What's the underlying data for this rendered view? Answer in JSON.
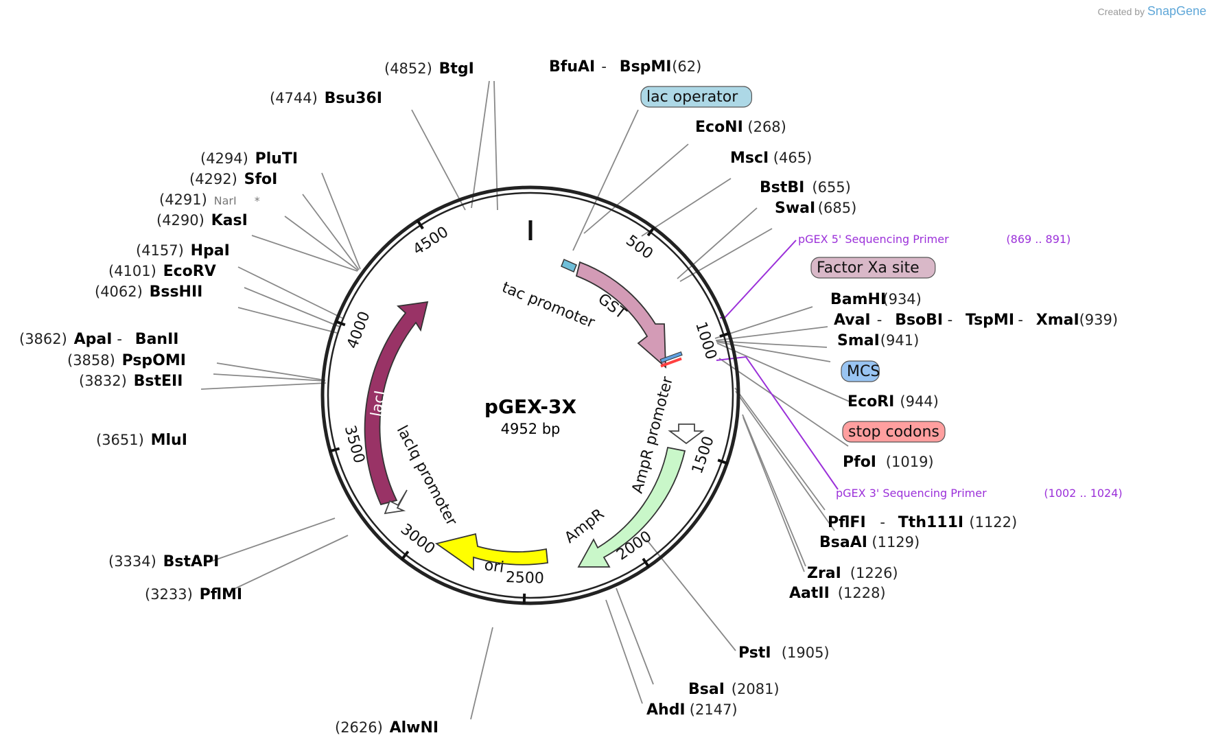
{
  "credit": {
    "prefix": "Created by",
    "brand": "SnapGene"
  },
  "plasmid": {
    "name": "pGEX-3X",
    "size": "4952 bp",
    "length": 4952
  },
  "ticks": [
    {
      "pos": 500,
      "label": "500"
    },
    {
      "pos": 1000,
      "label": "1000"
    },
    {
      "pos": 1500,
      "label": "1500"
    },
    {
      "pos": 2000,
      "label": "2000"
    },
    {
      "pos": 2500,
      "label": "2500"
    },
    {
      "pos": 3000,
      "label": "3000"
    },
    {
      "pos": 3500,
      "label": "3500"
    },
    {
      "pos": 4000,
      "label": "4000"
    },
    {
      "pos": 4500,
      "label": "4500"
    }
  ],
  "features": [
    {
      "name": "GST",
      "color": "#d39bb6"
    },
    {
      "name": "AmpR",
      "color": "#c9f7c9"
    },
    {
      "name": "ori",
      "color": "#ffff00"
    },
    {
      "name": "lacI",
      "color": "#993366"
    },
    {
      "name": "tac promoter"
    },
    {
      "name": "AmpR promoter"
    },
    {
      "name": "lacIq promoter"
    }
  ],
  "labels": [
    {
      "id": "btgi",
      "parts": [
        {
          "t": "(4852)",
          "k": "num"
        },
        {
          "t": "BtgI",
          "k": "enz"
        }
      ]
    },
    {
      "id": "bfuai",
      "parts": [
        {
          "t": "BfuAI",
          "k": "enz"
        },
        {
          "t": "-",
          "k": "num"
        },
        {
          "t": "BspMI",
          "k": "enz"
        },
        {
          "t": "(62)",
          "k": "num"
        }
      ]
    },
    {
      "id": "lacop",
      "parts": [
        {
          "t": "lac operator",
          "k": "pill",
          "color": "#add8e6"
        }
      ]
    },
    {
      "id": "econi",
      "parts": [
        {
          "t": "EcoNI",
          "k": "enz"
        },
        {
          "t": "(268)",
          "k": "num"
        }
      ]
    },
    {
      "id": "bsu36i",
      "parts": [
        {
          "t": "(4744)",
          "k": "num"
        },
        {
          "t": "Bsu36I",
          "k": "enz"
        }
      ]
    },
    {
      "id": "msci",
      "parts": [
        {
          "t": "MscI",
          "k": "enz"
        },
        {
          "t": "(465)",
          "k": "num"
        }
      ]
    },
    {
      "id": "plutI",
      "parts": [
        {
          "t": "(4294)",
          "k": "num"
        },
        {
          "t": "PluTI",
          "k": "enz"
        }
      ]
    },
    {
      "id": "sfoi",
      "parts": [
        {
          "t": "(4292)",
          "k": "num"
        },
        {
          "t": "SfoI",
          "k": "enz"
        }
      ]
    },
    {
      "id": "bstbi",
      "parts": [
        {
          "t": "BstBI",
          "k": "enz"
        },
        {
          "t": "(655)",
          "k": "num"
        }
      ]
    },
    {
      "id": "nari",
      "parts": [
        {
          "t": "(4291)",
          "k": "num"
        },
        {
          "t": "NarI",
          "k": "grey"
        },
        {
          "t": "*",
          "k": "grey"
        }
      ]
    },
    {
      "id": "swai",
      "parts": [
        {
          "t": "SwaI",
          "k": "enz"
        },
        {
          "t": "(685)",
          "k": "num"
        }
      ]
    },
    {
      "id": "kasi",
      "parts": [
        {
          "t": "(4290)",
          "k": "num"
        },
        {
          "t": "KasI",
          "k": "enz"
        }
      ]
    },
    {
      "id": "p5",
      "parts": [
        {
          "t": "pGEX 5' Sequencing Primer",
          "k": "purple"
        },
        {
          "t": "(869 .. 891)",
          "k": "purple"
        }
      ]
    },
    {
      "id": "hpai",
      "parts": [
        {
          "t": "(4157)",
          "k": "num"
        },
        {
          "t": "HpaI",
          "k": "enz"
        }
      ]
    },
    {
      "id": "xa",
      "parts": [
        {
          "t": "Factor Xa site",
          "k": "pill",
          "color": "#d9b8c8"
        }
      ]
    },
    {
      "id": "ecorv",
      "parts": [
        {
          "t": "(4101)",
          "k": "num"
        },
        {
          "t": "EcoRV",
          "k": "enz"
        }
      ]
    },
    {
      "id": "bsshii",
      "parts": [
        {
          "t": "(4062)",
          "k": "num"
        },
        {
          "t": "BssHII",
          "k": "enz"
        }
      ]
    },
    {
      "id": "bamhi",
      "parts": [
        {
          "t": "BamHI",
          "k": "enz"
        },
        {
          "t": "(934)",
          "k": "num"
        }
      ]
    },
    {
      "id": "avai",
      "parts": [
        {
          "t": "AvaI",
          "k": "enz"
        },
        {
          "t": "-",
          "k": "num"
        },
        {
          "t": "BsoBI",
          "k": "enz"
        },
        {
          "t": "-",
          "k": "num"
        },
        {
          "t": "TspMI",
          "k": "enz"
        },
        {
          "t": "-",
          "k": "num"
        },
        {
          "t": "XmaI",
          "k": "enz"
        },
        {
          "t": "(939)",
          "k": "num"
        }
      ]
    },
    {
      "id": "apai",
      "parts": [
        {
          "t": "(3862)",
          "k": "num"
        },
        {
          "t": "ApaI",
          "k": "enz"
        },
        {
          "t": "-",
          "k": "num"
        },
        {
          "t": "BanII",
          "k": "enz"
        }
      ]
    },
    {
      "id": "smai",
      "parts": [
        {
          "t": "SmaI",
          "k": "enz"
        },
        {
          "t": "(941)",
          "k": "num"
        }
      ]
    },
    {
      "id": "pspomi",
      "parts": [
        {
          "t": "(3858)",
          "k": "num"
        },
        {
          "t": "PspOMI",
          "k": "enz"
        }
      ]
    },
    {
      "id": "mcs",
      "parts": [
        {
          "t": "MCS",
          "k": "pill",
          "color": "#99c4f2"
        }
      ]
    },
    {
      "id": "bsteii",
      "parts": [
        {
          "t": "(3832)",
          "k": "num"
        },
        {
          "t": "BstEII",
          "k": "enz"
        }
      ]
    },
    {
      "id": "ecori",
      "parts": [
        {
          "t": "EcoRI",
          "k": "enz"
        },
        {
          "t": "(944)",
          "k": "num"
        }
      ]
    },
    {
      "id": "stop",
      "parts": [
        {
          "t": "stop codons",
          "k": "pill",
          "color": "#ff9f9f"
        }
      ]
    },
    {
      "id": "mlui",
      "parts": [
        {
          "t": "(3651)",
          "k": "num"
        },
        {
          "t": "MluI",
          "k": "enz"
        }
      ]
    },
    {
      "id": "pfoi",
      "parts": [
        {
          "t": "PfoI",
          "k": "enz"
        },
        {
          "t": "(1019)",
          "k": "num"
        }
      ]
    },
    {
      "id": "p3",
      "parts": [
        {
          "t": "pGEX 3' Sequencing Primer",
          "k": "purple"
        },
        {
          "t": "(1002 .. 1024)",
          "k": "purple"
        }
      ]
    },
    {
      "id": "pflfi",
      "parts": [
        {
          "t": "PflFI",
          "k": "enz"
        },
        {
          "t": "-",
          "k": "num"
        },
        {
          "t": "Tth111I",
          "k": "enz"
        },
        {
          "t": "(1122)",
          "k": "num"
        }
      ]
    },
    {
      "id": "bsaai",
      "parts": [
        {
          "t": "BsaAI",
          "k": "enz"
        },
        {
          "t": "(1129)",
          "k": "num"
        }
      ]
    },
    {
      "id": "bstapi",
      "parts": [
        {
          "t": "(3334)",
          "k": "num"
        },
        {
          "t": "BstAPI",
          "k": "enz"
        }
      ]
    },
    {
      "id": "zrai",
      "parts": [
        {
          "t": "ZraI",
          "k": "enz"
        },
        {
          "t": "(1226)",
          "k": "num"
        }
      ]
    },
    {
      "id": "pflmi",
      "parts": [
        {
          "t": "(3233)",
          "k": "num"
        },
        {
          "t": "PflMI",
          "k": "enz"
        }
      ]
    },
    {
      "id": "aatii",
      "parts": [
        {
          "t": "AatII",
          "k": "enz"
        },
        {
          "t": "(1228)",
          "k": "num"
        }
      ]
    },
    {
      "id": "psti",
      "parts": [
        {
          "t": "PstI",
          "k": "enz"
        },
        {
          "t": "(1905)",
          "k": "num"
        }
      ]
    },
    {
      "id": "bsai",
      "parts": [
        {
          "t": "BsaI",
          "k": "enz"
        },
        {
          "t": "(2081)",
          "k": "num"
        }
      ]
    },
    {
      "id": "ahdi",
      "parts": [
        {
          "t": "AhdI",
          "k": "enz"
        },
        {
          "t": "(2147)",
          "k": "num"
        }
      ]
    },
    {
      "id": "alwni",
      "parts": [
        {
          "t": "(2626)",
          "k": "num"
        },
        {
          "t": "AlwNI",
          "k": "enz"
        }
      ]
    }
  ]
}
